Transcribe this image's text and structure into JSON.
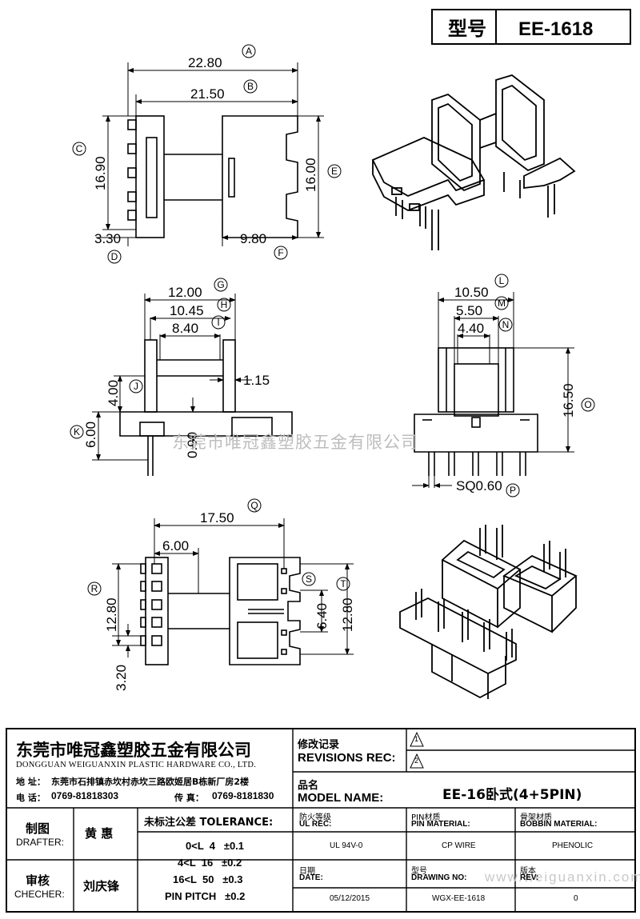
{
  "header": {
    "type_label": "型号",
    "part_number": "EE-1618"
  },
  "dimensions": {
    "A": "22.80",
    "B": "21.50",
    "C": "16.90",
    "D": "3.30",
    "E": "16.00",
    "F": "9.80",
    "G": "12.00",
    "H": "10.45",
    "I": "8.40",
    "J": "4.00",
    "K": "6.00",
    "gap": "1.15",
    "base": "0.90",
    "L": "10.50",
    "M": "5.50",
    "N": "4.40",
    "O": "16.50",
    "P": "SQ0.60",
    "Q": "17.50",
    "Q2": "6.00",
    "R": "12.80",
    "R2": "3.20",
    "S": "6.40",
    "T": "12.80"
  },
  "bubbles": [
    "A",
    "B",
    "C",
    "D",
    "E",
    "F",
    "G",
    "H",
    "I",
    "J",
    "K",
    "L",
    "M",
    "N",
    "O",
    "P",
    "Q",
    "R",
    "S",
    "T"
  ],
  "watermark": "东莞市唯冠鑫塑胶五金有限公司",
  "website": "www.weiguanxin.com",
  "title_block": {
    "company_cn": "东莞市唯冠鑫塑胶五金有限公司",
    "company_en": "DONGGUAN WEIGUANXIN PLASTIC HARDWARE CO., LTD.",
    "address_label": "地 址：",
    "address": "东莞市石排镇赤坎村赤坎三路欧姬居B栋新厂房2楼",
    "phone_label": "电 话：",
    "phone": "0769-81818303",
    "fax_label": "传 真：",
    "fax": "0769-8181830",
    "revisions_cn": "修改记录",
    "revisions_en": "REVISIONS REC:",
    "rev1": "1",
    "rev2": "2",
    "model_cn": "品名",
    "model_en": "MODEL NAME:",
    "model_value": "EE-16卧式(4+5PIN)",
    "drafter_cn": "制图",
    "drafter_en": "DRAFTER:",
    "drafter_name": "黄 惠",
    "checker_cn": "审核",
    "checker_en": "CHECHER:",
    "checker_name": "刘庆锋",
    "tolerance_label": "未标注公差 TOLERANCE:",
    "tolerances": [
      "0<L  4   ±0.1",
      "4<L  16   ±0.2",
      "16<L  50   ±0.3",
      "PIN PITCH   ±0.2"
    ],
    "ul_cn": "防火等级",
    "ul_en": "UL REC:",
    "ul_value": "UL 94V-0",
    "pin_cn": "PIN材质",
    "pin_en": "PIN MATERIAL:",
    "pin_value": "CP WIRE",
    "bobbin_cn": "骨架材质",
    "bobbin_en": "BOBBIN MATERIAL:",
    "bobbin_value": "PHENOLIC",
    "date_cn": "日期",
    "date_en": "DATE:",
    "date_value": "05/12/2015",
    "drawing_cn": "型号",
    "drawing_en": "DRAWING NO:",
    "drawing_value": "WGX-EE-1618",
    "rev_cn": "版本",
    "rev_en": "REV:",
    "rev_value": "0"
  }
}
